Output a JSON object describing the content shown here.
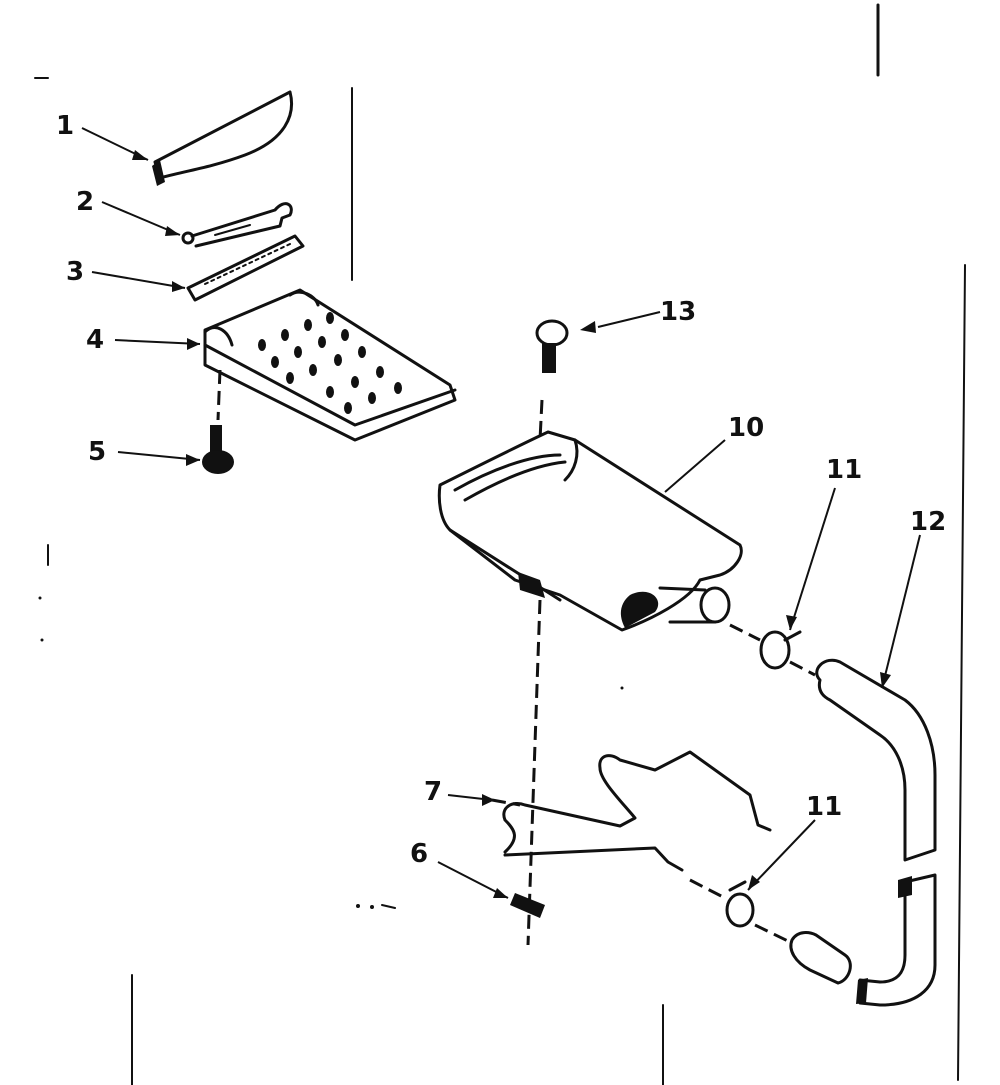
{
  "colors": {
    "ink": "#111111",
    "paper": "#ffffff"
  },
  "callouts": [
    {
      "id": "1",
      "label": "1"
    },
    {
      "id": "2",
      "label": "2"
    },
    {
      "id": "3",
      "label": "3"
    },
    {
      "id": "4",
      "label": "4"
    },
    {
      "id": "5",
      "label": "5"
    },
    {
      "id": "6",
      "label": "6"
    },
    {
      "id": "7",
      "label": "7"
    },
    {
      "id": "10",
      "label": "10"
    },
    {
      "id": "11a",
      "label": "11"
    },
    {
      "id": "11b",
      "label": "11"
    },
    {
      "id": "12",
      "label": "12"
    },
    {
      "id": "13",
      "label": "13"
    }
  ]
}
